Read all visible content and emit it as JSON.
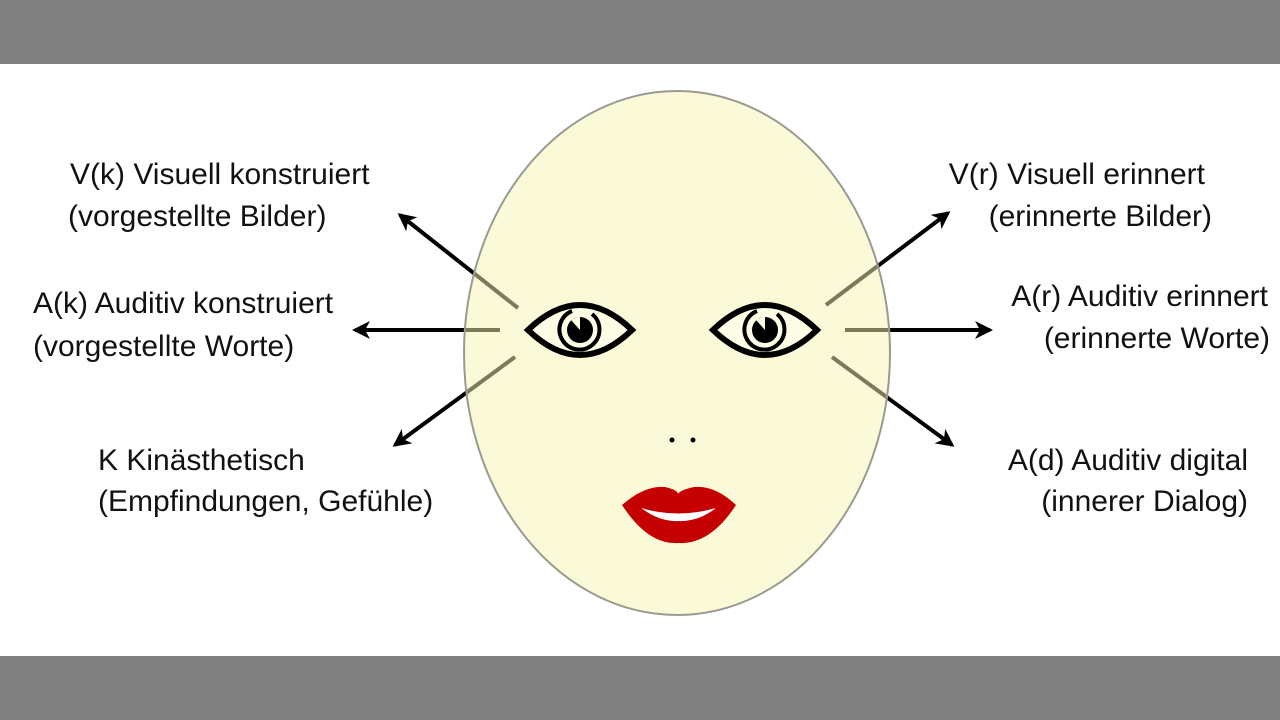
{
  "labels": {
    "visual_constructed": {
      "line1": "V(k) Visuell konstruiert",
      "line2": "(vorgestellte Bilder)"
    },
    "auditory_constructed": {
      "line1": "A(k) Auditiv konstruiert",
      "line2": "(vorgestellte Worte)"
    },
    "kinesthetic": {
      "line1": "K Kinästhetisch",
      "line2": "(Empfindungen, Gefühle)"
    },
    "visual_remembered": {
      "line1": "V(r) Visuell erinnert",
      "line2": "(erinnerte Bilder)"
    },
    "auditory_remembered": {
      "line1": "A(r) Auditiv erinnert",
      "line2": "(erinnerte Worte)"
    },
    "auditory_digital": {
      "line1": "A(d) Auditiv digital",
      "line2": "(innerer Dialog)"
    }
  },
  "colors": {
    "face": "#fdfde6",
    "lips": "#c40000",
    "bars": "#808080"
  }
}
